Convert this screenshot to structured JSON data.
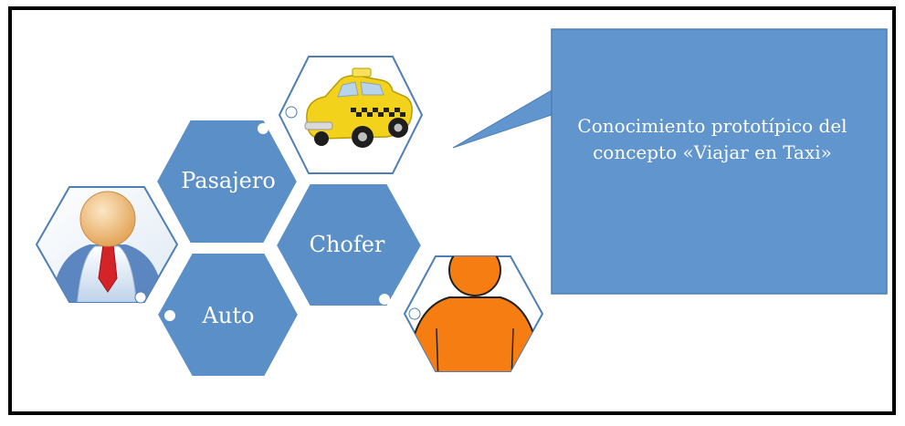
{
  "diagram": {
    "hexagons": [
      {
        "id": "pasajero",
        "label": "Pasajero"
      },
      {
        "id": "chofer",
        "label": "Chofer"
      },
      {
        "id": "auto",
        "label": "Auto"
      }
    ],
    "callout": {
      "text": "Conocimiento prototípico del concepto «Viajar en Taxi»"
    },
    "images": [
      {
        "id": "taxi",
        "icon": "taxi-car-icon"
      },
      {
        "id": "passenger",
        "icon": "businessman-avatar-icon"
      },
      {
        "id": "driver",
        "icon": "person-silhouette-icon"
      }
    ],
    "colors": {
      "hex_fill": "#5b8fc8",
      "callout_fill": "#6195ce",
      "frame": "#000000",
      "taxi_yellow": "#f2d21a",
      "driver_orange": "#f57d12"
    }
  }
}
